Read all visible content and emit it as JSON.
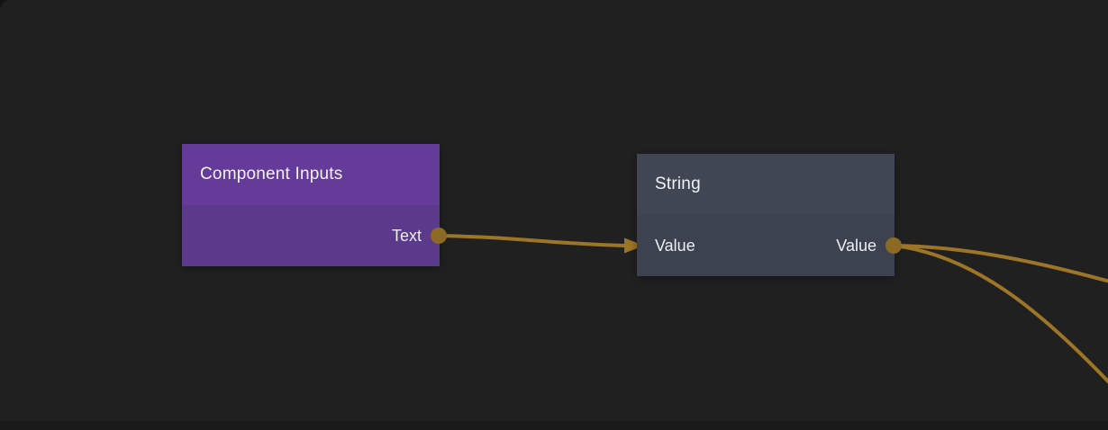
{
  "editor": {
    "type": "node-graph-canvas",
    "background_color": "#202020",
    "bottom_edge_color": "#1a1a1a",
    "wire_color": "#9d7527",
    "port_color": "#8d6a24"
  },
  "nodes": [
    {
      "title": "Component Inputs",
      "header_color": "#653b99",
      "body_color": "#5c3a8b",
      "inputs": [],
      "outputs": [
        {
          "label": "Text",
          "port_shape": "circle"
        }
      ]
    },
    {
      "title": "String",
      "header_color": "#404654",
      "body_color": "#3d4250",
      "inputs": [
        {
          "label": "Value",
          "port_shape": "arrow"
        }
      ],
      "outputs": [
        {
          "label": "Value",
          "port_shape": "circle"
        }
      ]
    }
  ],
  "connections": [
    {
      "from": "Component Inputs.Text",
      "to": "String.Value",
      "color": "#9d7527"
    },
    {
      "from": "String.Value",
      "to": "off-screen-right-upper",
      "color": "#9d7527"
    },
    {
      "from": "String.Value",
      "to": "off-screen-right-lower",
      "color": "#9d7527"
    }
  ]
}
